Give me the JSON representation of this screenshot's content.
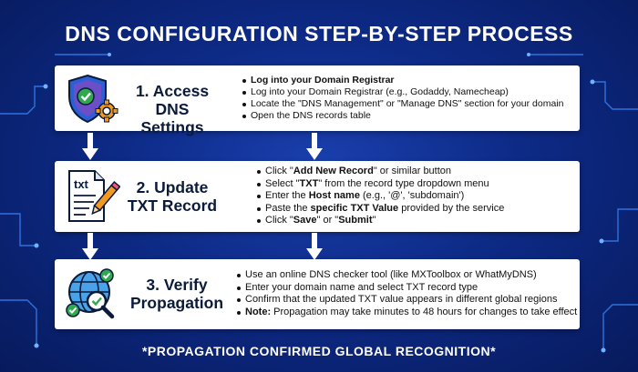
{
  "title": "DNS CONFIGURATION STEP-BY-STEP PROCESS",
  "steps": [
    {
      "title_line1": "1. Access DNS",
      "title_line2": "Settings",
      "icon": "shield-gear-check-icon",
      "bullets": [
        {
          "bold": "Log into your Domain Registrar",
          "text": ""
        },
        {
          "bold": "",
          "text": "Log into your Domain Registrar (e.g., Godaddy, Namecheap)"
        },
        {
          "bold": "",
          "text": "Locate the \"DNS Management\" or \"Manage DNS\" section for your domain"
        },
        {
          "bold": "",
          "text": "Open the DNS records table"
        }
      ]
    },
    {
      "title_line1": "2. Update",
      "title_line2": "TXT Record",
      "icon": "txt-file-pencil-icon",
      "bullets": [
        {
          "pre": "Click \"",
          "bold": "Add New Record",
          "post": "\" or similar button"
        },
        {
          "pre": "Select \"",
          "bold": "TXT",
          "post": "\" from the record type dropdown menu"
        },
        {
          "pre": "Enter the ",
          "bold": "Host name",
          "post": " (e.g., '@', 'subdomain')"
        },
        {
          "pre": "Paste the ",
          "bold": "specific TXT Value",
          "post": " provided by the service"
        },
        {
          "pre": "Click \"",
          "bold": "Save",
          "mid": "\" or \"",
          "bold2": "Submit",
          "post": "\""
        }
      ]
    },
    {
      "title_line1": "3. Verify",
      "title_line2": "Propagation",
      "icon": "globe-magnifier-check-icon",
      "bullets": [
        {
          "pre": "Use an online DNS checker tool (like MXToolbox or WhatMyDNS)"
        },
        {
          "pre": "Enter your domain name and select TXT record type"
        },
        {
          "pre": "Confirm that the updated TXT value appears in different global regions"
        },
        {
          "bold": "Note:",
          "post": " Propagation may take minutes to 48 hours for changes to take effect"
        }
      ]
    }
  ],
  "footer": "*PROPAGATION CONFIRMED GLOBAL RECOGNITION*",
  "colors": {
    "background": "#0d2a86",
    "card": "#ffffff",
    "accent_blue": "#2a5fd6",
    "check_green": "#2fa84f",
    "arrow": "#ffffff"
  }
}
